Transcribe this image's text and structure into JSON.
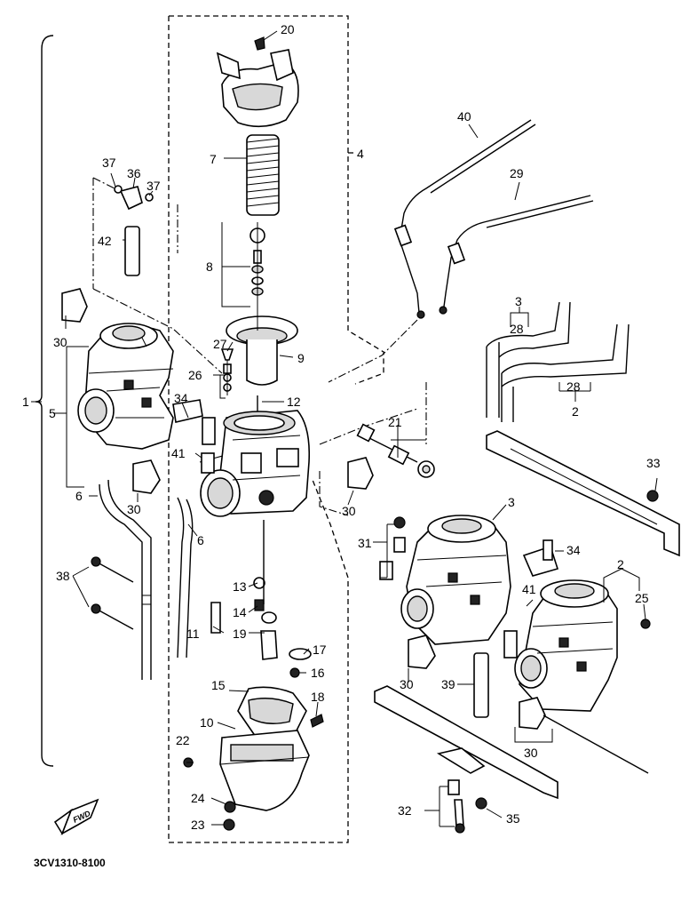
{
  "diagram": {
    "reference_code": "3CV1310-8100",
    "forward_marker": "FWD",
    "callouts": [
      {
        "id": "c1",
        "text": "1"
      },
      {
        "id": "c2a",
        "text": "2"
      },
      {
        "id": "c2b",
        "text": "2"
      },
      {
        "id": "c3a",
        "text": "3"
      },
      {
        "id": "c3b",
        "text": "3"
      },
      {
        "id": "c4",
        "text": "4"
      },
      {
        "id": "c5",
        "text": "5"
      },
      {
        "id": "c6a",
        "text": "6"
      },
      {
        "id": "c6b",
        "text": "6"
      },
      {
        "id": "c7",
        "text": "7"
      },
      {
        "id": "c8",
        "text": "8"
      },
      {
        "id": "c9",
        "text": "9"
      },
      {
        "id": "c10",
        "text": "10"
      },
      {
        "id": "c11",
        "text": "11"
      },
      {
        "id": "c12",
        "text": "12"
      },
      {
        "id": "c13",
        "text": "13"
      },
      {
        "id": "c14",
        "text": "14"
      },
      {
        "id": "c15",
        "text": "15"
      },
      {
        "id": "c16",
        "text": "16"
      },
      {
        "id": "c17",
        "text": "17"
      },
      {
        "id": "c18",
        "text": "18"
      },
      {
        "id": "c19",
        "text": "19"
      },
      {
        "id": "c20",
        "text": "20"
      },
      {
        "id": "c21",
        "text": "21"
      },
      {
        "id": "c22",
        "text": "22"
      },
      {
        "id": "c23",
        "text": "23"
      },
      {
        "id": "c24",
        "text": "24"
      },
      {
        "id": "c25",
        "text": "25"
      },
      {
        "id": "c26",
        "text": "26"
      },
      {
        "id": "c27",
        "text": "27"
      },
      {
        "id": "c28a",
        "text": "28"
      },
      {
        "id": "c28b",
        "text": "28"
      },
      {
        "id": "c29",
        "text": "29"
      },
      {
        "id": "c30a",
        "text": "30"
      },
      {
        "id": "c30b",
        "text": "30"
      },
      {
        "id": "c30c",
        "text": "30"
      },
      {
        "id": "c30d",
        "text": "30"
      },
      {
        "id": "c30e",
        "text": "30"
      },
      {
        "id": "c31",
        "text": "31"
      },
      {
        "id": "c32",
        "text": "32"
      },
      {
        "id": "c33",
        "text": "33"
      },
      {
        "id": "c34a",
        "text": "34"
      },
      {
        "id": "c34b",
        "text": "34"
      },
      {
        "id": "c35",
        "text": "35"
      },
      {
        "id": "c36",
        "text": "36"
      },
      {
        "id": "c37a",
        "text": "37"
      },
      {
        "id": "c37b",
        "text": "37"
      },
      {
        "id": "c38",
        "text": "38"
      },
      {
        "id": "c39",
        "text": "39"
      },
      {
        "id": "c40",
        "text": "40"
      },
      {
        "id": "c41a",
        "text": "41"
      },
      {
        "id": "c41b",
        "text": "41"
      },
      {
        "id": "c42",
        "text": "42"
      }
    ]
  }
}
